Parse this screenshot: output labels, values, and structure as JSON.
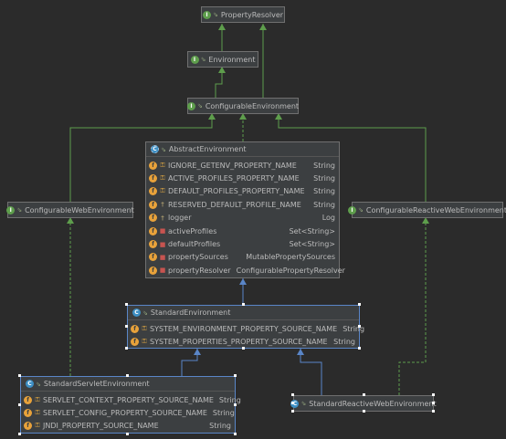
{
  "diagram": {
    "nodes": {
      "property_resolver": {
        "kind": "I",
        "name": "PropertyResolver"
      },
      "environment": {
        "kind": "I",
        "name": "Environment"
      },
      "configurable_environment": {
        "kind": "I",
        "name": "ConfigurableEnvironment"
      },
      "abstract_environment": {
        "kind": "C",
        "name": "AbstractEnvironment",
        "fields": [
          {
            "name": "IGNORE_GETENV_PROPERTY_NAME",
            "type": "String",
            "icon": "key"
          },
          {
            "name": "ACTIVE_PROFILES_PROPERTY_NAME",
            "type": "String",
            "icon": "key"
          },
          {
            "name": "DEFAULT_PROFILES_PROPERTY_NAME",
            "type": "String",
            "icon": "key"
          },
          {
            "name": "RESERVED_DEFAULT_PROFILE_NAME",
            "type": "String",
            "icon": "pin"
          },
          {
            "name": "logger",
            "type": "Log",
            "icon": "pin"
          },
          {
            "name": "activeProfiles",
            "type": "Set<String>",
            "icon": "lock"
          },
          {
            "name": "defaultProfiles",
            "type": "Set<String>",
            "icon": "lock"
          },
          {
            "name": "propertySources",
            "type": "MutablePropertySources",
            "icon": "lock"
          },
          {
            "name": "propertyResolver",
            "type": "ConfigurablePropertyResolver",
            "icon": "lock"
          }
        ]
      },
      "configurable_web_environment": {
        "kind": "I",
        "name": "ConfigurableWebEnvironment"
      },
      "configurable_reactive_web_environment": {
        "kind": "I",
        "name": "ConfigurableReactiveWebEnvironment"
      },
      "standard_environment": {
        "kind": "C",
        "name": "StandardEnvironment",
        "fields": [
          {
            "name": "SYSTEM_ENVIRONMENT_PROPERTY_SOURCE_NAME",
            "type": "String",
            "icon": "key"
          },
          {
            "name": "SYSTEM_PROPERTIES_PROPERTY_SOURCE_NAME",
            "type": "String",
            "icon": "key"
          }
        ]
      },
      "standard_servlet_environment": {
        "kind": "C",
        "name": "StandardServletEnvironment",
        "fields": [
          {
            "name": "SERVLET_CONTEXT_PROPERTY_SOURCE_NAME",
            "type": "String",
            "icon": "key"
          },
          {
            "name": "SERVLET_CONFIG_PROPERTY_SOURCE_NAME",
            "type": "String",
            "icon": "key"
          },
          {
            "name": "JNDI_PROPERTY_SOURCE_NAME",
            "type": "String",
            "icon": "key"
          }
        ]
      },
      "standard_reactive_web_environment": {
        "kind": "C",
        "name": "StandardReactiveWebEnvironment"
      }
    },
    "colors": {
      "background": "#2b2b2b",
      "node_fill": "#3c3f41",
      "node_border": "#707070",
      "interface_edge": "#5e9e4c",
      "class_edge": "#5a86c8",
      "interface_badge": "#5e9e4c",
      "class_badge": "#3d8fc4",
      "field_icon": "#e8a23a",
      "text": "#bbbbbb"
    }
  }
}
